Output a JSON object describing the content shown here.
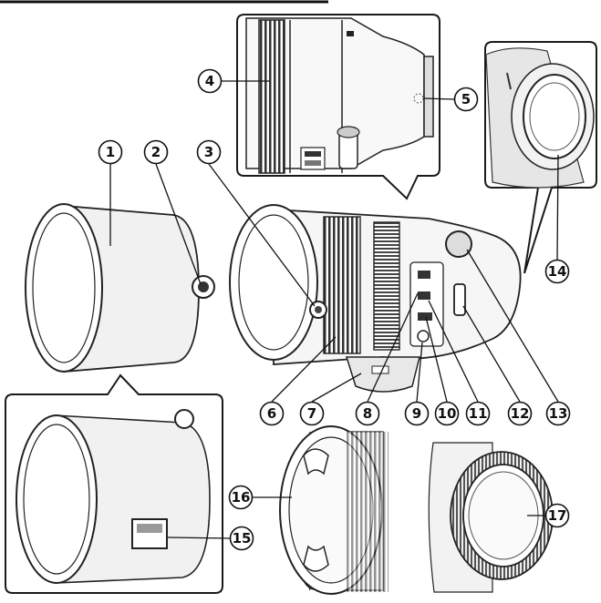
{
  "callouts": [
    {
      "n": "1"
    },
    {
      "n": "2"
    },
    {
      "n": "3"
    },
    {
      "n": "4"
    },
    {
      "n": "5"
    },
    {
      "n": "6"
    },
    {
      "n": "7"
    },
    {
      "n": "8"
    },
    {
      "n": "9"
    },
    {
      "n": "10"
    },
    {
      "n": "11"
    },
    {
      "n": "12"
    },
    {
      "n": "13"
    },
    {
      "n": "14"
    },
    {
      "n": "15"
    },
    {
      "n": "16"
    },
    {
      "n": "17"
    }
  ],
  "colors": {
    "ink": "#1a1a1a",
    "shade": "#d9d9d9",
    "light": "#f4f4f4",
    "panel_stroke": "#1a1a1a"
  }
}
